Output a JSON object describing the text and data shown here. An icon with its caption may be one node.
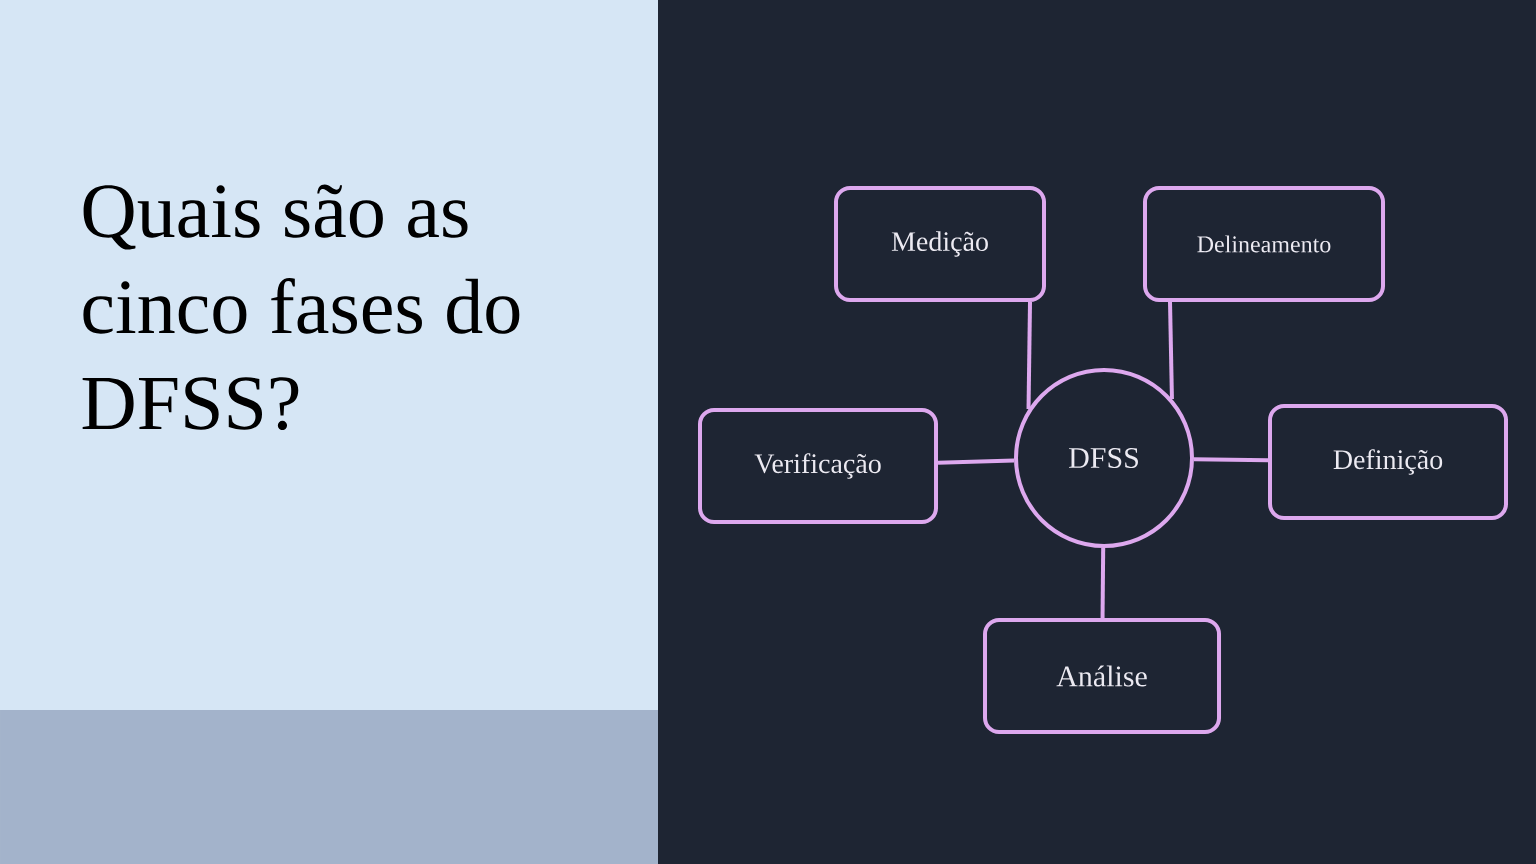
{
  "diagram": {
    "title": "Quais são as cinco fases do DFSS?",
    "nodes": [
      {
        "text": [
          "Medição"
        ]
      },
      {
        "text": [
          "Delineamento"
        ]
      },
      {
        "text": [
          "Verificação"
        ]
      },
      {
        "text": [
          "DFSS"
        ]
      },
      {
        "text": [
          "Definição"
        ]
      },
      {
        "text": [
          "Análise"
        ]
      }
    ],
    "edges": [
      {
        "from": 3,
        "to": 0,
        "arrow": "none"
      },
      {
        "from": 3,
        "to": 1,
        "arrow": "none"
      },
      {
        "from": 3,
        "to": 2,
        "arrow": "none"
      },
      {
        "from": 3,
        "to": 4,
        "arrow": "none"
      },
      {
        "from": 3,
        "to": 5,
        "arrow": "none"
      }
    ]
  }
}
